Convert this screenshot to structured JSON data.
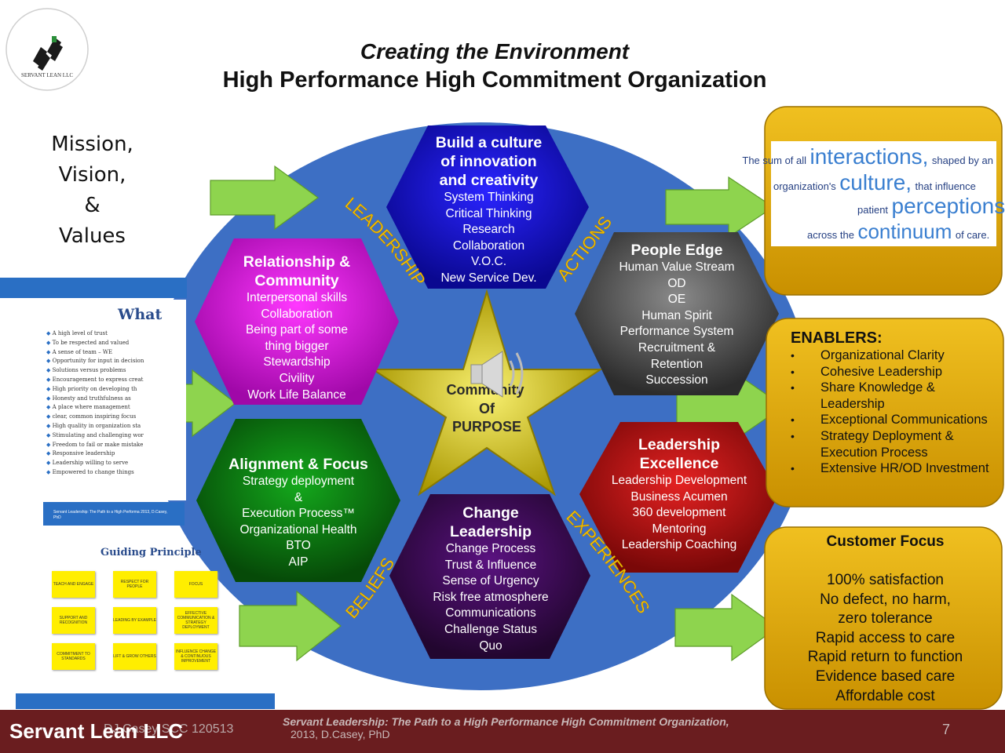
{
  "header": {
    "title": "Creating the Environment",
    "subtitle": "High Performance High Commitment Organization",
    "logo_text": "SERVANT LEAN LLC"
  },
  "left_panel": {
    "mission_lines": [
      "Mission,",
      "Vision,",
      "&",
      "Values"
    ],
    "doc_heading": "What",
    "doc_bullets": [
      "A high level of trust",
      "To be respected and valued",
      "A sense of team – WE",
      "Opportunity for input in decision",
      "Solutions versus problems",
      "Encouragement to express creat",
      "High priority on developing th",
      "Honesty and truthfulness as",
      "A place where management",
      "clear, common inspiring focus",
      "High quality in organization sta",
      "Stimulating and challenging wor",
      "Freedom to fail or make mistake",
      "Responsive leadership",
      "Leadership willing to serve",
      "Empowered to change things"
    ],
    "doc_caption": "Servant Leadership: The Path to a High Performa 2013, D.Casey, PhD",
    "guiding_heading": "Guiding Principle",
    "guiding_cards": [
      "TEACH AND ENGAGE",
      "RESPECT FOR PEOPLE",
      "FOCUS",
      "SUPPORT AND RECOGNITION",
      "LEADING BY EXAMPLE",
      "EFFECTIVE COMMUNICATION & STRATEGY DEPLOYMENT",
      "COMMITMENT TO STANDARDS",
      "LIFT & GROW OTHERS",
      "INFLUENCE CHANGE & CONTINUOUS IMPROVEMENT"
    ]
  },
  "arc_labels": {
    "top_left": "LEADERSHIP",
    "top_right": "ACTIONS",
    "bottom_left": "BELIEFS",
    "bottom_right": "EXPERIENCES"
  },
  "center": {
    "lines": [
      "Community",
      "Of",
      "PURPOSE"
    ]
  },
  "hexagons": {
    "innovation": {
      "color": "#1a10d8",
      "title": [
        "Build a culture",
        "of innovation",
        "and creativity"
      ],
      "items": [
        "System Thinking",
        "Critical Thinking",
        "Research",
        "Collaboration",
        "V.O.C.",
        "New Service Dev."
      ]
    },
    "people_edge": {
      "color": "#5a5a5a",
      "title": [
        "People Edge"
      ],
      "items": [
        "Human Value Stream",
        "OD",
        "OE",
        "Human Spirit",
        "Performance System",
        "Recruitment &",
        "Retention",
        "Succession"
      ]
    },
    "leadership_excellence": {
      "color": "#c01010",
      "title": [
        "Leadership",
        "Excellence"
      ],
      "items": [
        "Leadership Development",
        "Business Acumen",
        "360 development",
        "Mentoring",
        "Leadership Coaching"
      ]
    },
    "change_leadership": {
      "color": "#3c0a55",
      "title": [
        "Change",
        "Leadership"
      ],
      "items": [
        "Change Process",
        "Trust & Influence",
        "Sense of Urgency",
        "Risk free atmosphere",
        "Communications",
        "Challenge Status",
        "Quo"
      ]
    },
    "alignment_focus": {
      "color": "#0b7a10",
      "title": [
        "Alignment & Focus"
      ],
      "items": [
        "Strategy deployment",
        "&",
        "Execution Process™",
        "Organizational Health",
        "BTO",
        "AIP"
      ]
    },
    "relationship": {
      "color": "#e010e0",
      "title": [
        "Relationship &",
        "Community"
      ],
      "items": [
        "Interpersonal skills",
        "Collaboration",
        "Being part of some",
        "thing bigger",
        "Stewardship",
        "Civility",
        "Work Life Balance"
      ]
    }
  },
  "culture_quote": {
    "l1a": "The sum of all",
    "l1b": "interactions,",
    "l1c": "shaped by an",
    "l2a": "organization's",
    "l2b": "culture,",
    "l2c": "that influence",
    "l3a": "patient",
    "l3b": "perceptions",
    "l4a": "across the",
    "l4b": "continuum",
    "l4c": "of care."
  },
  "enablers": {
    "title": "ENABLERS:",
    "items": [
      "Organizational Clarity",
      "Cohesive Leadership",
      "Share Knowledge & Leadership",
      "Exceptional Communications",
      "Strategy Deployment & Execution Process",
      "Extensive HR/OD Investment"
    ]
  },
  "customer_focus": {
    "title": "Customer Focus",
    "items": [
      "100% satisfaction",
      "No defect, no harm,",
      "zero tolerance",
      "Rapid access to care",
      "Rapid return to function",
      "Evidence based care",
      "Affordable cost"
    ]
  },
  "footer": {
    "brand": "Servant Lean LLC",
    "code": "DJ Casey SCC 120513",
    "citation_italic": "Servant Leadership: The Path to a High Performance High Commitment Organization,",
    "citation_rest": "2013, D.Casey, PhD",
    "page_number": "7"
  },
  "colors": {
    "ellipse": "#3d6fc4",
    "gold_box": "#e2ac00",
    "arrow_green": "#8ed44e",
    "footer_bg": "#6a1d1f",
    "star": "#c8b800"
  }
}
